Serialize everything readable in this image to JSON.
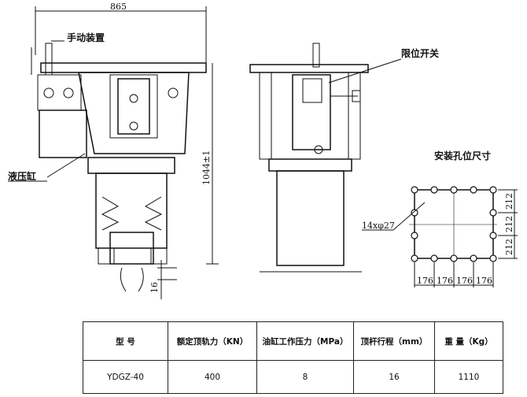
{
  "drawing": {
    "labels": {
      "manual_device": "手动装置",
      "hydraulic_cylinder": "液压缸",
      "limit_switch": "限位开关",
      "mounting_holes_title": "安装孔位尺寸"
    },
    "dimensions": {
      "width": "865",
      "height": "1044±1",
      "stroke": "16",
      "holes": "14xφ27",
      "vertical_spacing": [
        "212",
        "212",
        "212"
      ],
      "horizontal_spacing": [
        "176",
        "176",
        "176",
        "176"
      ]
    }
  },
  "spec_table": {
    "headers": [
      "型  号",
      "额定顶轨力（KN）",
      "油缸工作压力（MPa）",
      "顶杆行程（mm）",
      "重 量（Kg）"
    ],
    "rows": [
      [
        "YDGZ-40",
        "400",
        "8",
        "16",
        "1110"
      ]
    ]
  }
}
